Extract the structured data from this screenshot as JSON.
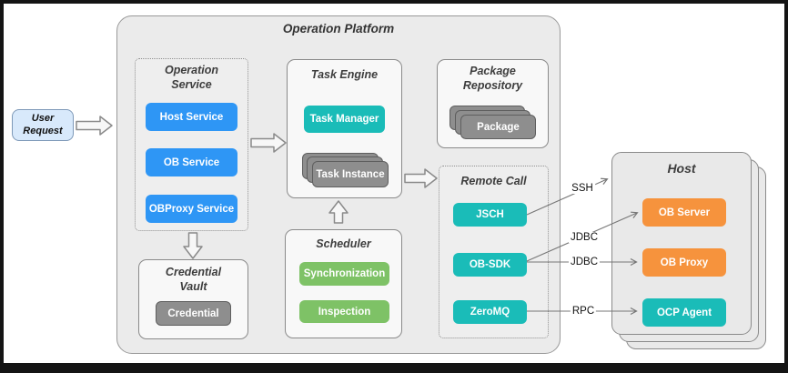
{
  "user_request": {
    "label": "User Request"
  },
  "platform": {
    "title": "Operation Platform"
  },
  "operation_service": {
    "title": "Operation Service",
    "items": [
      "Host Service",
      "OB Service",
      "OBProxy Service"
    ]
  },
  "task_engine": {
    "title": "Task Engine",
    "manager": "Task Manager",
    "instance": "Task Instance"
  },
  "package_repository": {
    "title": "Package Repository",
    "package": "Package"
  },
  "scheduler": {
    "title": "Scheduler",
    "items": [
      "Synchronization",
      "Inspection"
    ]
  },
  "credential_vault": {
    "title": "Credential Vault",
    "credential": "Credential"
  },
  "remote_call": {
    "title": "Remote Call",
    "items": [
      "JSCH",
      "OB-SDK",
      "ZeroMQ"
    ]
  },
  "host": {
    "title": "Host",
    "items": [
      "OB Server",
      "OB Proxy",
      "OCP Agent"
    ]
  },
  "connections": [
    {
      "label": "SSH",
      "from": "JSCH",
      "to": "Host"
    },
    {
      "label": "JDBC",
      "from": "OB-SDK",
      "to": "OB Server"
    },
    {
      "label": "JDBC",
      "from": "OB-SDK",
      "to": "OB Proxy"
    },
    {
      "label": "RPC",
      "from": "ZeroMQ",
      "to": "OCP Agent"
    }
  ],
  "colors": {
    "blue": "#2e96f5",
    "teal": "#1abcb8",
    "green": "#7ec266",
    "orange": "#f6933d",
    "gray_node": "#8e8e8e",
    "platform_bg": "#ebebeb",
    "panel_bg": "#f8f8f8",
    "host_bg": "#e9e9e9",
    "user_request_bg": "#d8e9fb"
  }
}
